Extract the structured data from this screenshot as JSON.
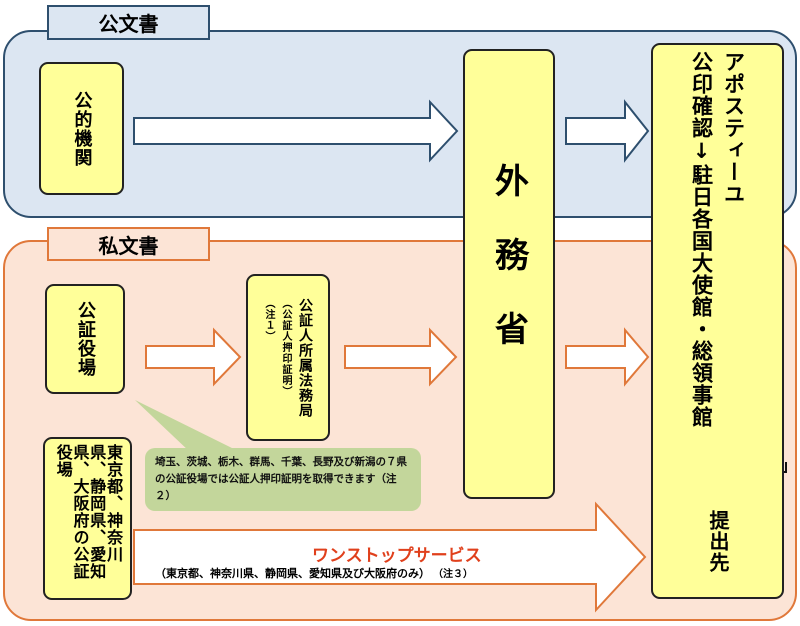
{
  "sections": {
    "public_label": "公文書",
    "private_label": "私文書"
  },
  "nodes": {
    "public_institution": "公的機関",
    "notary_office": "公証役場",
    "legal_affairs_bureau": "公証人所属法務局",
    "legal_affairs_note": "（公証人押印証明）",
    "legal_affairs_note_ref": "（注１）",
    "tokyo_notary": "東京都、神奈川県、静岡県、愛知県、大阪府の公証役場",
    "mofa": "外務省",
    "apostille": "アポスティーユ",
    "consular": "公印確認↓駐日各国大使館・総領事館",
    "submission": "提出先"
  },
  "callout": {
    "text": "埼玉、茨城、栃木、群馬、千葉、長野及び新潟の７県の公証役場では公証人押印証明を取得できます（注２）"
  },
  "one_stop": {
    "title": "ワンストップサービス",
    "subtitle": "（東京都、神奈川県、静岡県、愛知県及び大阪府のみ）",
    "note": "（注３）"
  },
  "colors": {
    "public_fill": "#dce6f2",
    "public_border": "#2e4f6e",
    "private_fill": "#fce4d6",
    "private_border": "#e0783a",
    "box_fill": "#ffff99",
    "callout_fill": "#c3d69b",
    "one_stop_text": "#e0401c"
  }
}
